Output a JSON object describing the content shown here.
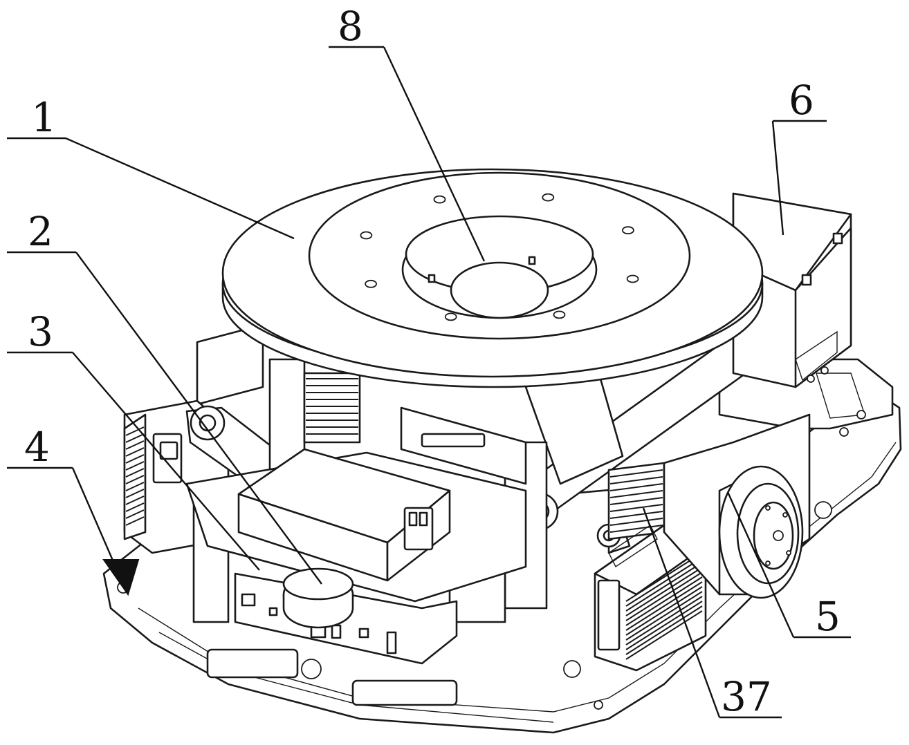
{
  "figure": {
    "callouts": [
      {
        "id": "1",
        "text": "1"
      },
      {
        "id": "2",
        "text": "2"
      },
      {
        "id": "3",
        "text": "3"
      },
      {
        "id": "4",
        "text": "4"
      },
      {
        "id": "5",
        "text": "5"
      },
      {
        "id": "6",
        "text": "6"
      },
      {
        "id": "8",
        "text": "8"
      },
      {
        "id": "37",
        "text": "37"
      }
    ]
  }
}
